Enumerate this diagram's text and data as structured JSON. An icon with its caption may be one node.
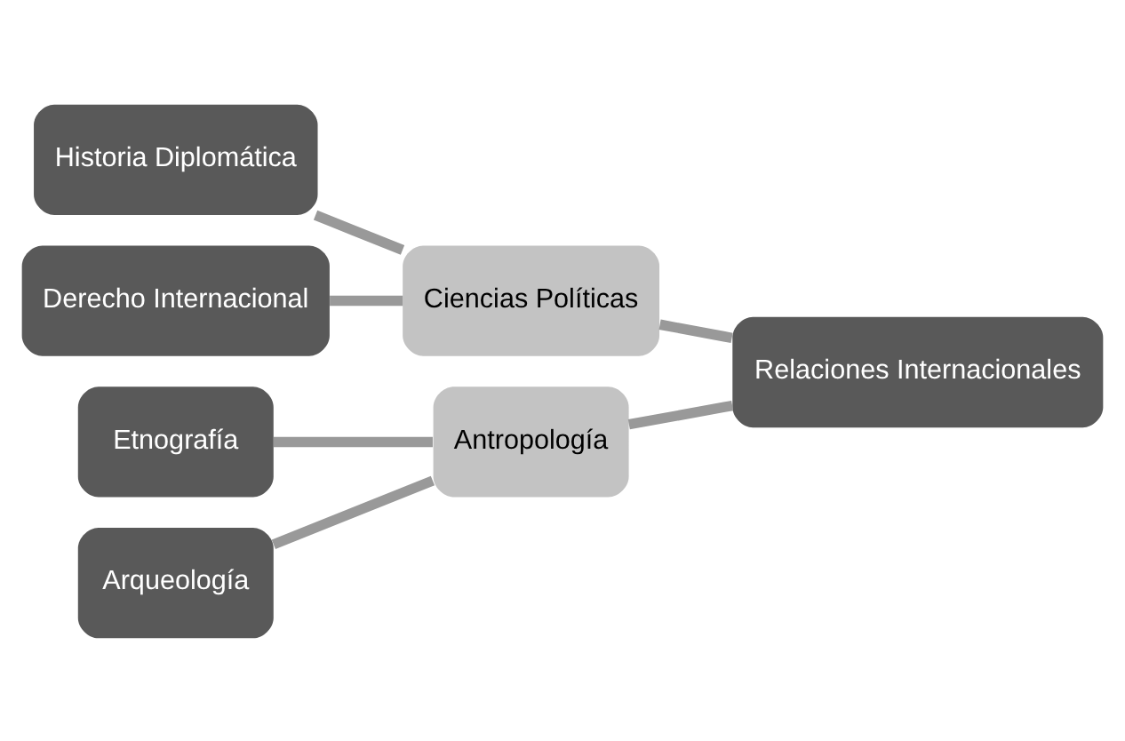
{
  "diagram": {
    "nodes": [
      {
        "text": [
          "Historia Diplomática"
        ]
      },
      {
        "text": [
          "Derecho Internacional"
        ]
      },
      {
        "text": [
          "Ciencias Políticas"
        ]
      },
      {
        "text": [
          "Etnografía"
        ]
      },
      {
        "text": [
          "Arqueología"
        ]
      },
      {
        "text": [
          "Antropología"
        ]
      },
      {
        "text": [
          "Relaciones Internacionales"
        ]
      }
    ],
    "edges": [
      {
        "from": 0,
        "to": 2,
        "arrow": "none"
      },
      {
        "from": 1,
        "to": 2,
        "arrow": "none"
      },
      {
        "from": 3,
        "to": 5,
        "arrow": "none"
      },
      {
        "from": 4,
        "to": 5,
        "arrow": "none"
      },
      {
        "from": 2,
        "to": 6,
        "arrow": "none"
      },
      {
        "from": 5,
        "to": 6,
        "arrow": "none"
      }
    ]
  }
}
